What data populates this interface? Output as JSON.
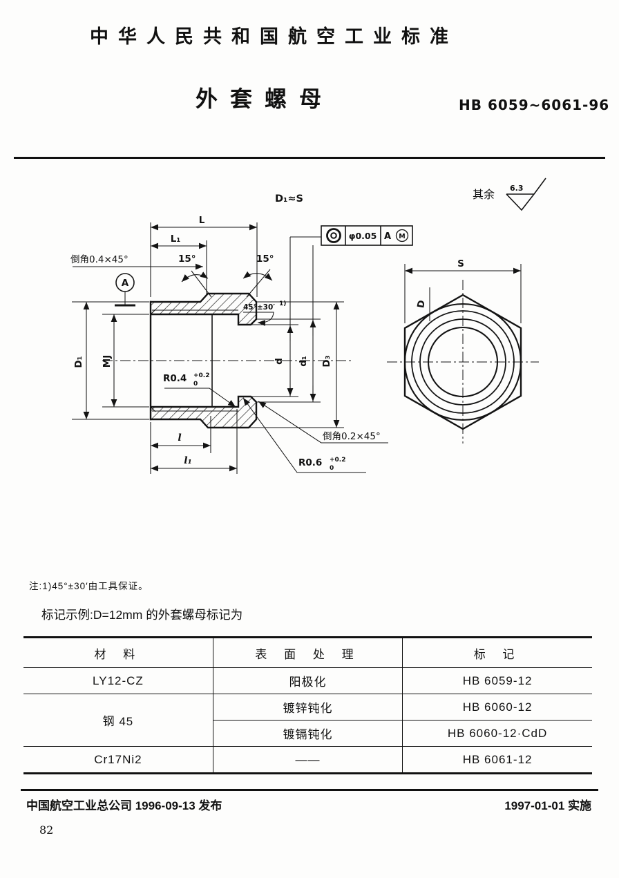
{
  "header": {
    "standard_label": "中华人民共和国航空工业标准",
    "title": "外套螺母",
    "standard_number": "HB 6059~6061-96"
  },
  "drawing": {
    "approx_note": "D₁≈S",
    "surface_finish": {
      "prefix": "其余",
      "value": "6.3"
    },
    "fcf": {
      "tolerance": "φ0.05",
      "datum_ref": "A",
      "modifier": "M"
    },
    "labels": {
      "L": "L",
      "L1": "L₁",
      "l": "l",
      "l1": "l₁",
      "S": "S",
      "D": "D",
      "D1": "D₁",
      "MJ": "MJ",
      "d": "d",
      "d1": "d₁",
      "D3": "D₃",
      "angle15_left": "15°",
      "angle15_right": "15°",
      "seat_angle": "45°±30′",
      "seat_angle_ref": "1)",
      "chamfer_front": "倒角0.4×45°",
      "chamfer_rear": "倒角0.2×45°",
      "datum": "A",
      "r04_base": "R0.4",
      "r04_upper": "+0.2",
      "r04_lower": "0",
      "r06_base": "R0.6",
      "r06_upper": "+0.2",
      "r06_lower": "0"
    }
  },
  "note": "注:1)45°±30′由工具保证。",
  "marking_example": "标记示例:D=12mm 的外套螺母标记为",
  "table": {
    "headers": [
      "材 料",
      "表 面 处 理",
      "标 记"
    ],
    "rows": [
      {
        "material": "LY12-CZ",
        "surface": "阳极化",
        "marking": "HB 6059-12"
      },
      {
        "material": "钢 45",
        "surface": "镀锌钝化",
        "marking": "HB 6060-12"
      },
      {
        "material": "",
        "surface": "镀镉钝化",
        "marking": "HB 6060-12·CdD"
      },
      {
        "material": "Cr17Ni2",
        "surface": "——",
        "marking": "HB 6061-12"
      }
    ]
  },
  "footer": {
    "left": "中国航空工业总公司 1996-09-13 发布",
    "right": "1997-01-01 实施",
    "page_number": "82"
  }
}
